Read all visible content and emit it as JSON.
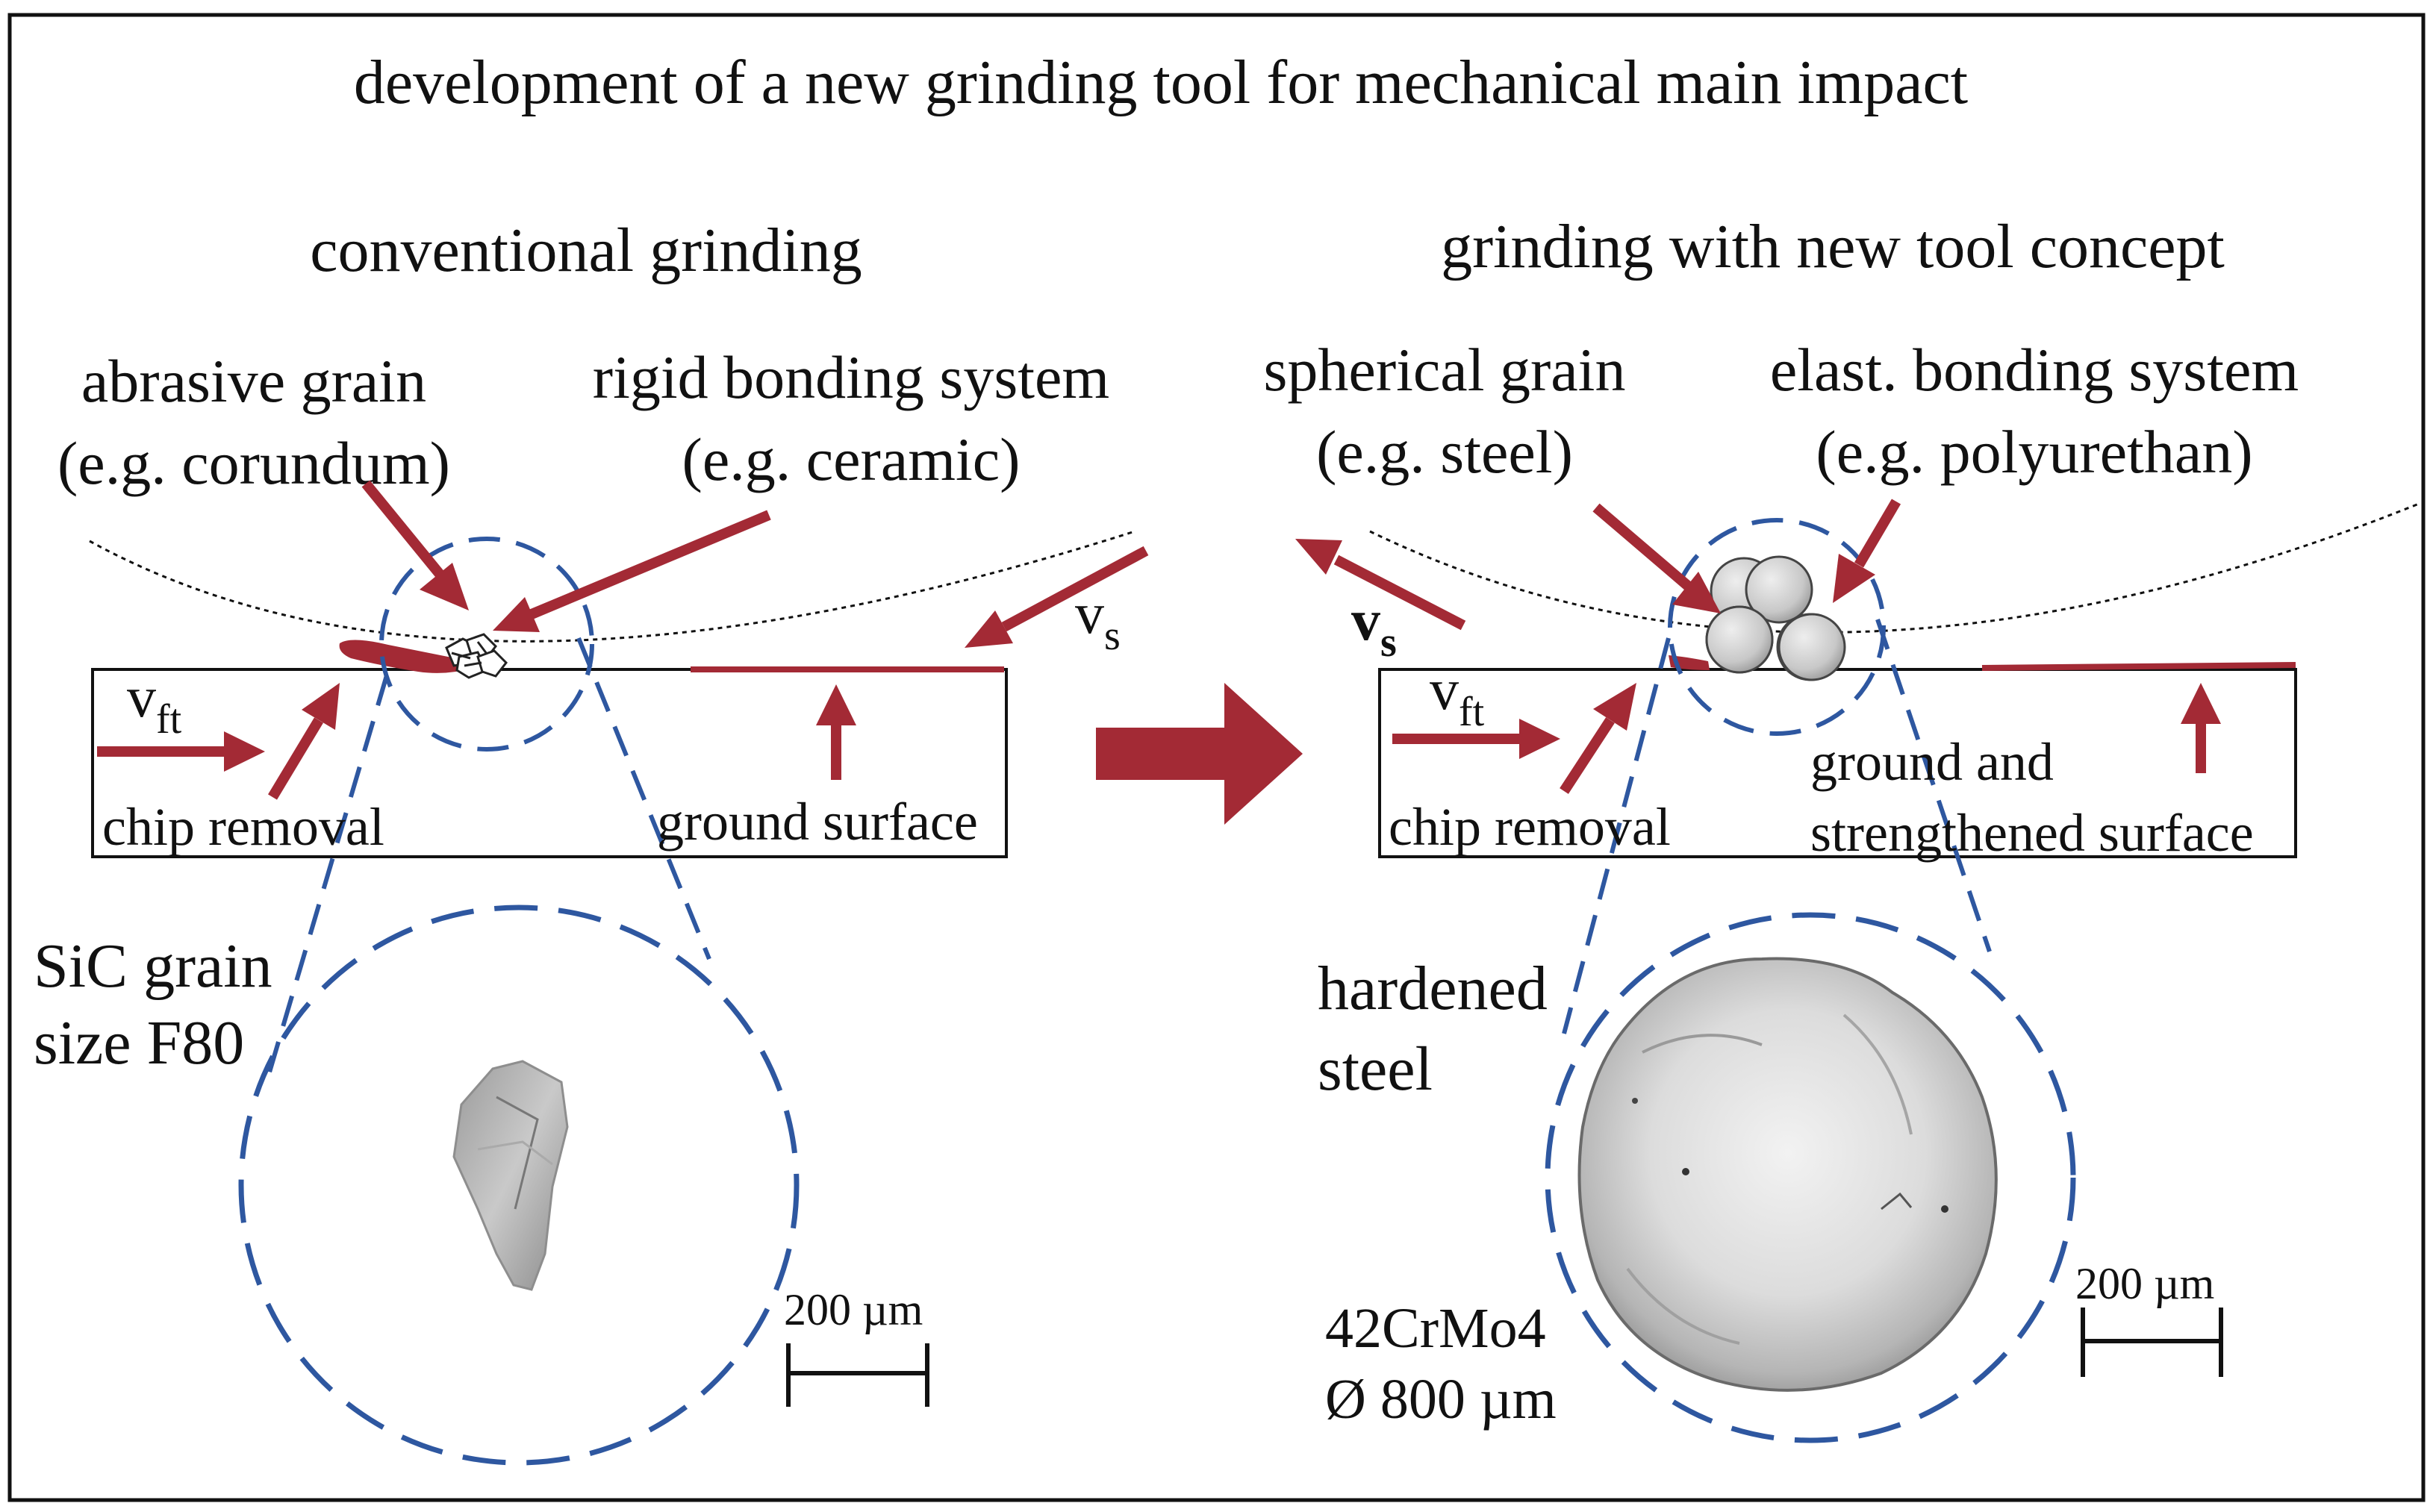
{
  "title": "development of a new grinding tool for mechanical main impact",
  "left": {
    "heading": "conventional grinding",
    "grain_label_1": "abrasive grain",
    "grain_label_2": "(e.g. corundum)",
    "bond_label_1": "rigid bonding system",
    "bond_label_2": "(e.g. ceramic)",
    "vs_main": "v",
    "vs_sub": "s",
    "vft_main": "v",
    "vft_sub": "ft",
    "chip_label": "chip removal",
    "surface_label": "ground surface",
    "zoom_label_1": "SiC grain",
    "zoom_label_2": "size F80",
    "scale_label": "200 µm"
  },
  "right": {
    "heading": "grinding with new tool concept",
    "grain_label_1": "spherical grain",
    "grain_label_2": "(e.g. steel)",
    "bond_label_1": "elast. bonding system",
    "bond_label_2": "(e.g. polyurethan)",
    "vs_main": "v",
    "vs_sub": "s",
    "vft_main": "v",
    "vft_sub": "ft",
    "chip_label": "chip removal",
    "surface_label_1": "ground and",
    "surface_label_2": "strengthened surface",
    "zoom_label_1": "hardened",
    "zoom_label_2": "steel",
    "material_label_1": "42CrMo4",
    "material_label_2": "Ø 800 µm",
    "scale_label": "200 µm"
  },
  "colors": {
    "arrow_red": "#a32a35",
    "dash_blue": "#2e57a0",
    "frame": "#111111"
  }
}
